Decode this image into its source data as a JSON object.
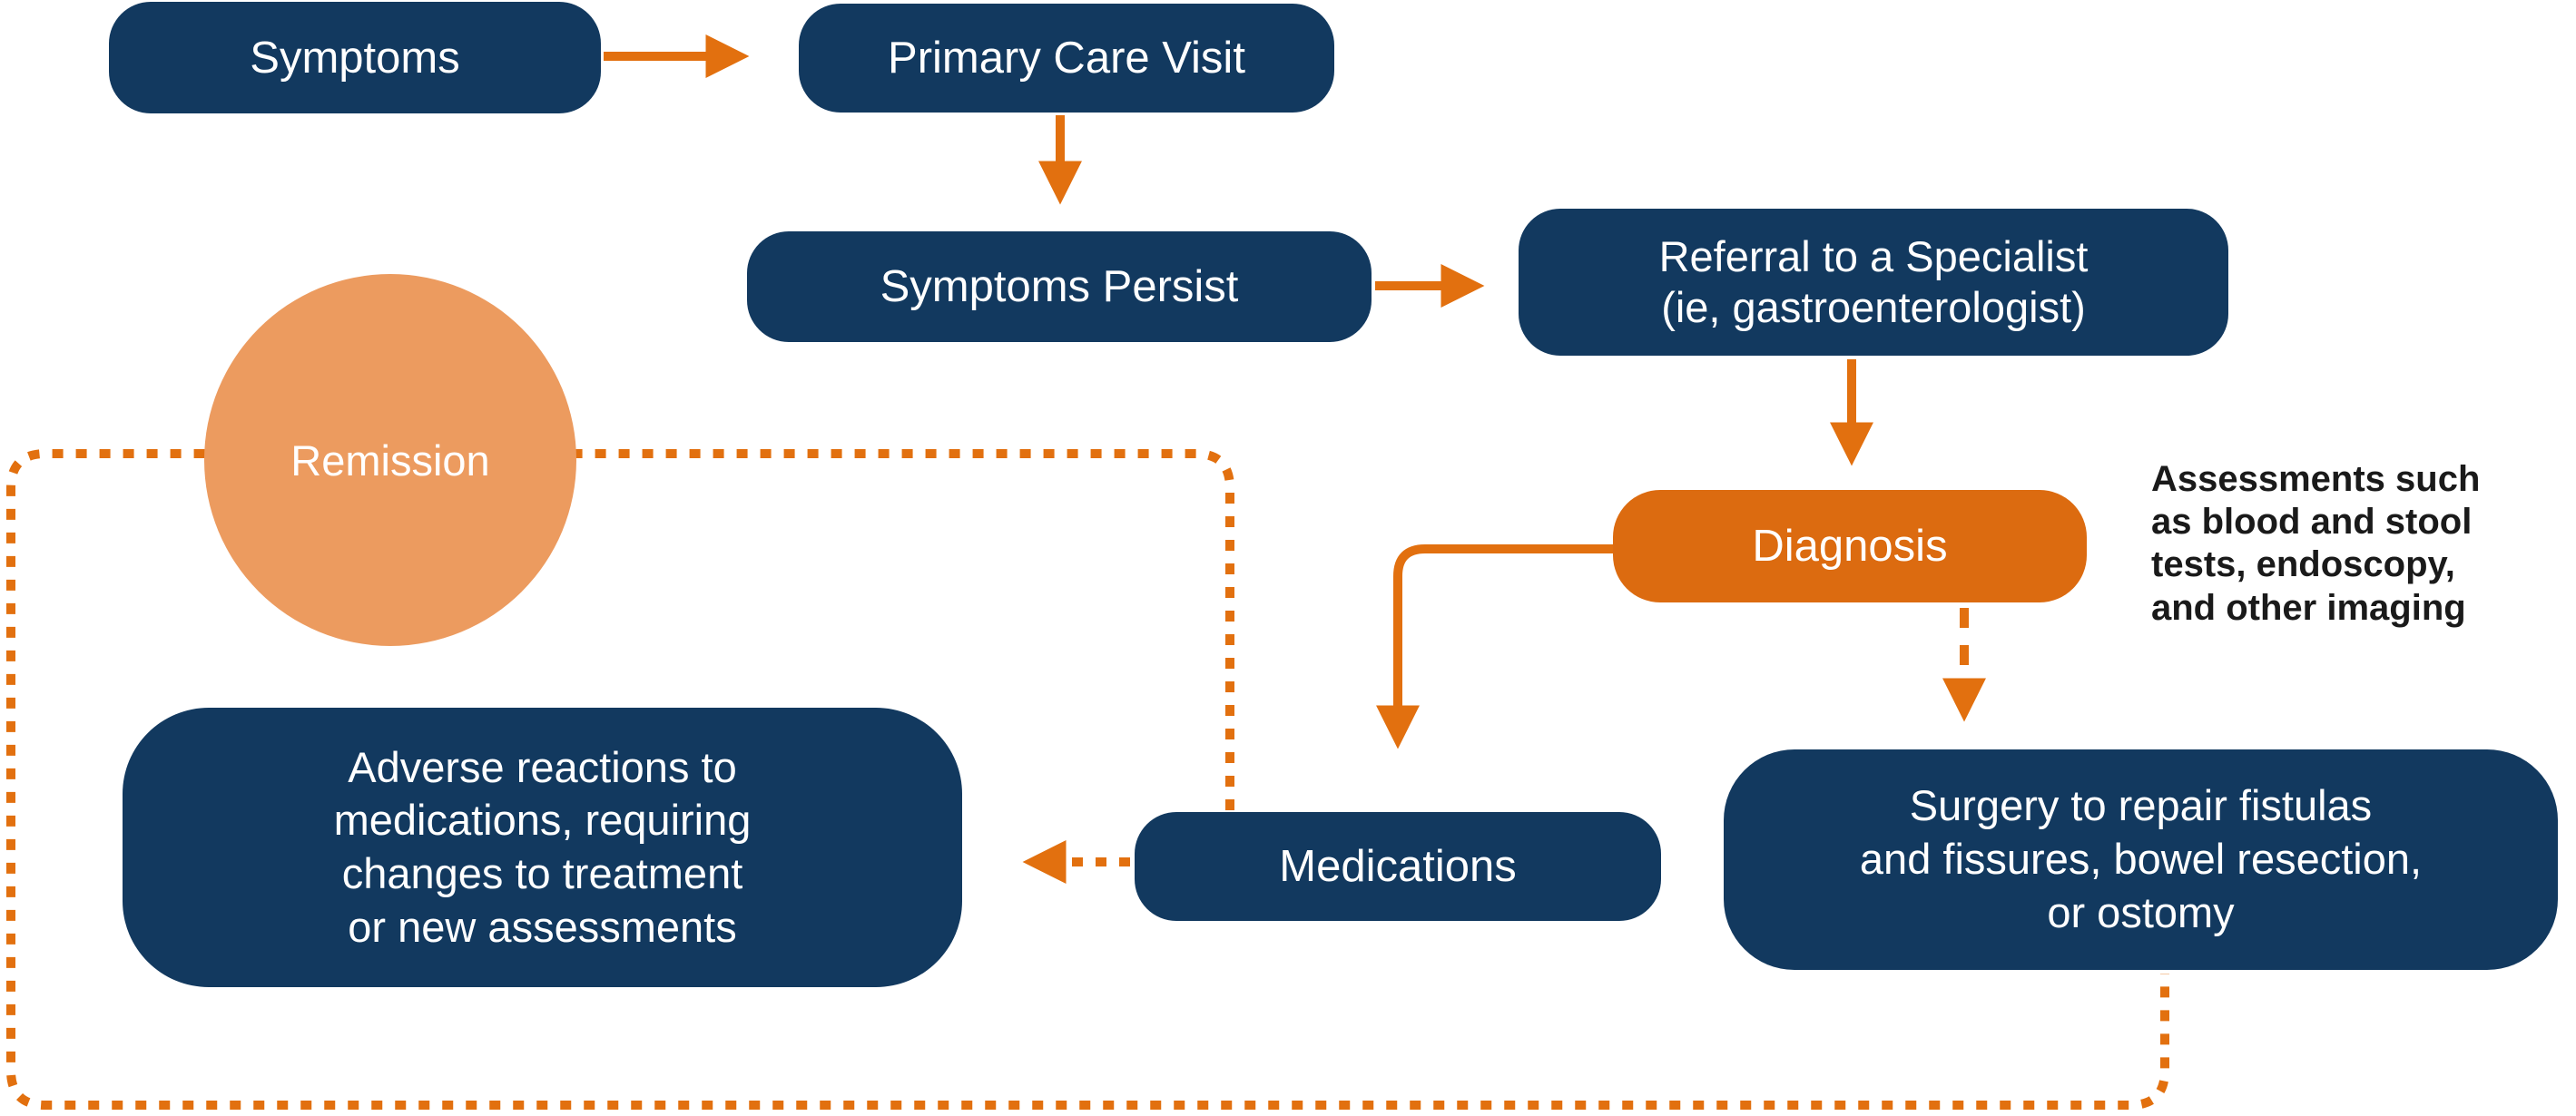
{
  "diagram_title": "Patient journey flowchart",
  "colors": {
    "node_navy": "#12395F",
    "node_orange": "#DC6B10",
    "remission_orange": "#EC9B5F",
    "arrow_orange": "#E2700F",
    "annotation_text": "#1A1A1A",
    "node_text": "#FFFFFF",
    "background": "#FFFFFF"
  },
  "nodes": {
    "symptoms": {
      "label": "Symptoms"
    },
    "primary_care": {
      "label": "Primary Care Visit"
    },
    "symptoms_persist": {
      "label": "Symptoms Persist"
    },
    "referral": {
      "label": "Referral to a Specialist (ie, gastroenterologist)",
      "lines": [
        "Referral to a Specialist",
        "(ie, gastroenterologist)"
      ]
    },
    "diagnosis": {
      "label": "Diagnosis"
    },
    "medications": {
      "label": "Medications"
    },
    "surgery": {
      "label": "Surgery to repair fistulas and fissures, bowel resection, or ostomy",
      "lines": [
        "Surgery to repair fistulas",
        "and fissures, bowel resection,",
        "or ostomy"
      ]
    },
    "adverse": {
      "label": "Adverse reactions to medications, requiring changes to treatment or new assessments",
      "lines": [
        "Adverse reactions to",
        "medications, requiring",
        "changes to treatment",
        "or new assessments"
      ]
    },
    "remission": {
      "label": "Remission"
    }
  },
  "annotation": {
    "label": "Assessments such as blood and stool tests, endoscopy, and other imaging",
    "lines": [
      "Assessments such",
      "as blood and stool",
      "tests, endoscopy,",
      "and other imaging"
    ]
  },
  "edges": [
    {
      "from": "symptoms",
      "to": "primary_care",
      "style": "solid-arrow"
    },
    {
      "from": "primary_care",
      "to": "symptoms_persist",
      "style": "solid-arrow"
    },
    {
      "from": "symptoms_persist",
      "to": "referral",
      "style": "solid-arrow"
    },
    {
      "from": "referral",
      "to": "diagnosis",
      "style": "solid-arrow"
    },
    {
      "from": "diagnosis",
      "to": "medications",
      "style": "solid-elbow-arrow"
    },
    {
      "from": "diagnosis",
      "to": "surgery",
      "style": "dashed-arrow"
    },
    {
      "from": "medications",
      "to": "adverse",
      "style": "dashed-arrow"
    },
    {
      "from": "medications",
      "to": "remission",
      "style": "dotted-line"
    },
    {
      "from": "remission",
      "to": "medications_and_surgery_loop",
      "style": "dotted-loop"
    }
  ]
}
